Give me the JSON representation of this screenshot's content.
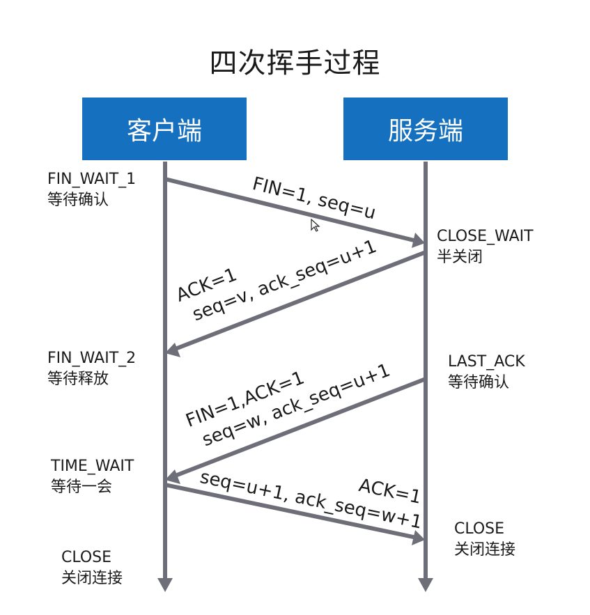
{
  "title": "四次挥手过程",
  "client": {
    "label": "客户端",
    "states": [
      {
        "name": "FIN_WAIT_1",
        "desc": "等待确认"
      },
      {
        "name": "FIN_WAIT_2",
        "desc": "等待释放"
      },
      {
        "name": "TIME_WAIT",
        "desc": "等待一会"
      },
      {
        "name": "CLOSE",
        "desc": "关闭连接"
      }
    ]
  },
  "server": {
    "label": "服务端",
    "states": [
      {
        "name": "CLOSE_WAIT",
        "desc": "半关闭"
      },
      {
        "name": "LAST_ACK",
        "desc": "等待确认"
      },
      {
        "name": "CLOSE",
        "desc": "关闭连接"
      }
    ]
  },
  "messages": [
    {
      "line1": "FIN=1, seq=u",
      "line2": ""
    },
    {
      "line1": "ACK=1",
      "line2": "seq=v, ack_seq=u+1"
    },
    {
      "line1": "FIN=1,ACK=1",
      "line2": "seq=w, ack_seq=u+1"
    },
    {
      "line1": "ACK=1",
      "line2": "seq=u+1, ack_seq=w+1"
    }
  ],
  "colors": {
    "box": "#1570c0",
    "line": "#6e6e78"
  }
}
